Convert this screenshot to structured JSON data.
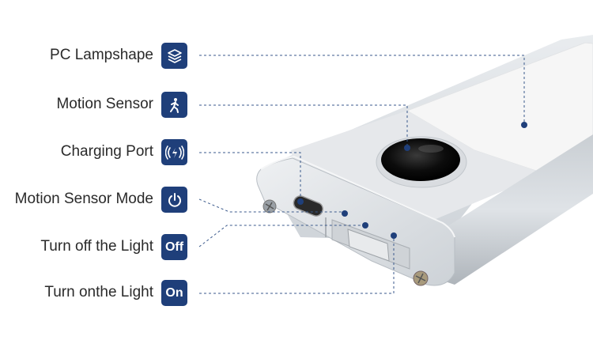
{
  "colors": {
    "badge": "#1f3f7a",
    "leader": "#3b5a8c",
    "housing": "#d9dde2",
    "diffuser": "#f4f4f4",
    "sensor_lens": "#111111"
  },
  "callouts": [
    {
      "label": "PC Lampshape",
      "icon": "layers-icon",
      "badge_text": ""
    },
    {
      "label": "Motion Sensor",
      "icon": "walking-person-icon",
      "badge_text": ""
    },
    {
      "label": "Charging Port",
      "icon": "charging-icon",
      "badge_text": ""
    },
    {
      "label": "Motion Sensor Mode",
      "icon": "power-icon",
      "badge_text": ""
    },
    {
      "label": "Turn off the Light",
      "icon": "off-text-icon",
      "badge_text": "Off"
    },
    {
      "label": "Turn onthe Light",
      "icon": "on-text-icon",
      "badge_text": "On"
    }
  ]
}
